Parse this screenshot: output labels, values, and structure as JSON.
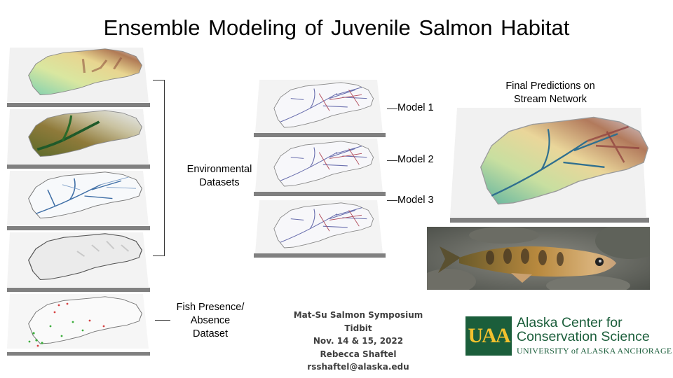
{
  "title": "Ensemble Modeling of Juvenile Salmon Habitat",
  "left_stack": {
    "environmental_label": [
      "Environmental",
      "Datasets"
    ],
    "fish_label": [
      "Fish Presence/",
      "Absence",
      "Dataset"
    ]
  },
  "models": {
    "labels": [
      "Model 1",
      "Model 2",
      "Model 3"
    ]
  },
  "final": {
    "label": [
      "Final Predictions on",
      "Stream Network"
    ]
  },
  "credits": {
    "line1": "Mat-Su Salmon Symposium Tidbit",
    "line2": "Nov. 14 & 15, 2022",
    "line3": "Rebecca Shaftel",
    "line4": "rsshaftel@alaska.edu"
  },
  "logo": {
    "mark": "UAA",
    "line1": "Alaska Center for",
    "line2": "Conservation Science",
    "university": "UNIVERSITY of ALASKA ANCHORAGE"
  }
}
